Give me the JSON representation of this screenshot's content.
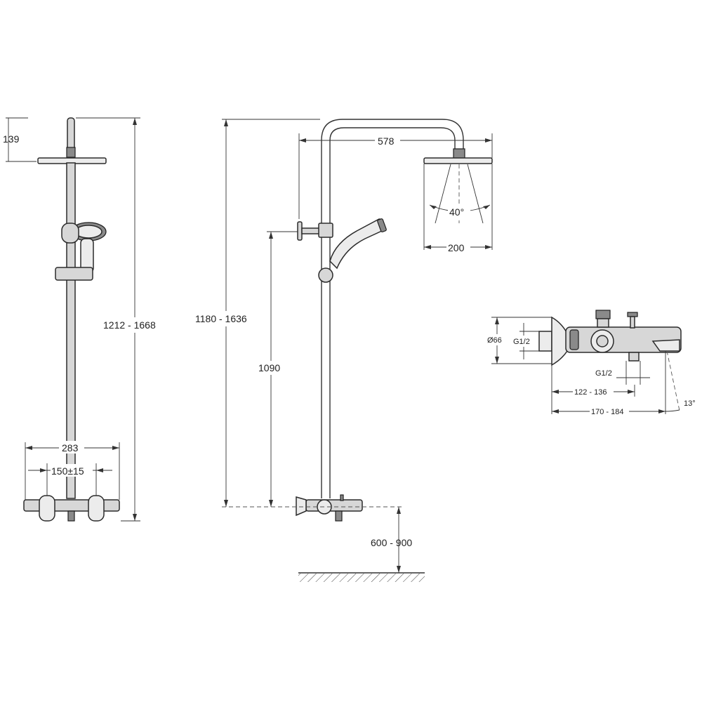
{
  "colors": {
    "line": "#333333",
    "part_fill": "#d7d7d7",
    "background": "#ffffff"
  },
  "front_view": {
    "dim_head_height": "139",
    "dim_total_height": "1212 - 1668",
    "dim_width": "283",
    "dim_centers": "150±15"
  },
  "side_view": {
    "dim_total_height": "1180 - 1636",
    "dim_mount_height": "1090",
    "dim_reach": "578",
    "dim_spray_angle": "40°",
    "dim_head_diameter": "200",
    "dim_floor_height": "600 - 900"
  },
  "detail_view": {
    "dim_diameter": "Ø66",
    "dim_thread_inlet": "G1/2",
    "dim_thread_outlet": "G1/2",
    "dim_depth": "122 - 136",
    "dim_total_depth": "170 - 184",
    "dim_spout_angle": "13°"
  }
}
